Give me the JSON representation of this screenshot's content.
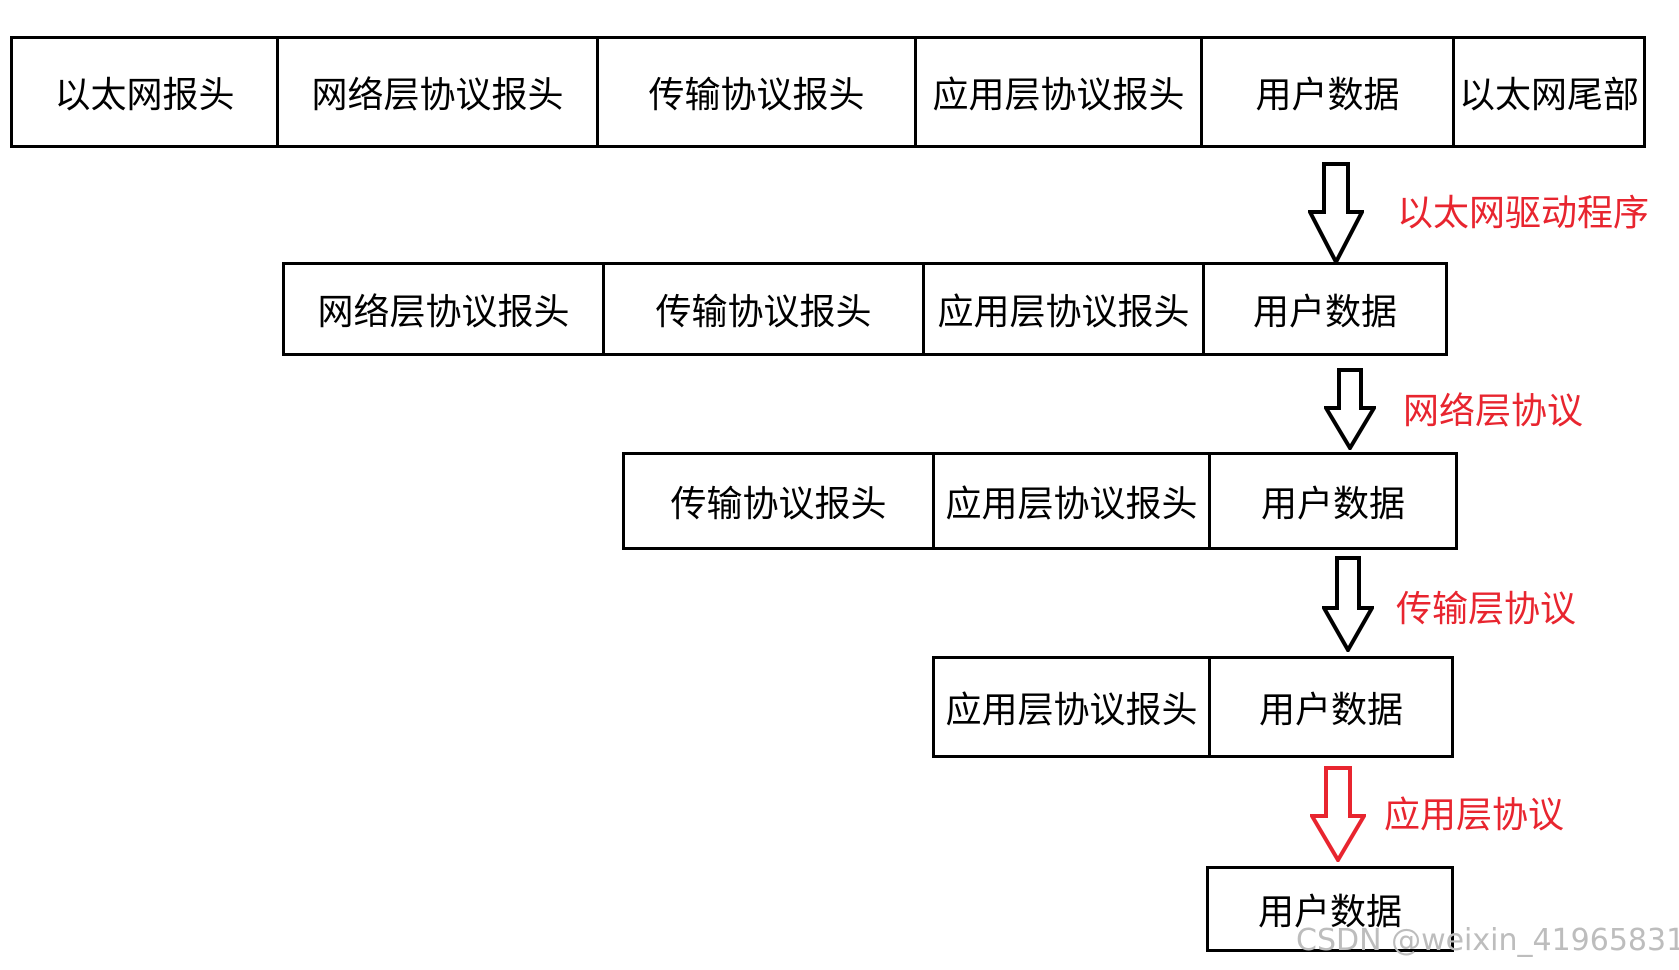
{
  "rows": [
    {
      "cells": [
        "以太网报头",
        "网络层协议报头",
        "传输协议报头",
        "应用层协议报头",
        "用户数据",
        "以太网尾部"
      ]
    },
    {
      "cells": [
        "网络层协议报头",
        "传输协议报头",
        "应用层协议报头",
        "用户数据"
      ]
    },
    {
      "cells": [
        "传输协议报头",
        "应用层协议报头",
        "用户数据"
      ]
    },
    {
      "cells": [
        "应用层协议报头",
        "用户数据"
      ]
    },
    {
      "cells": [
        "用户数据"
      ]
    }
  ],
  "steps": [
    {
      "label": "以太网驱动程序"
    },
    {
      "label": "网络层协议"
    },
    {
      "label": "传输层协议"
    },
    {
      "label": "应用层协议"
    }
  ],
  "colors": {
    "label": "#e8252f",
    "box": "#000000",
    "final_arrow": "#e8252f"
  },
  "watermark": "CSDN @weixin_41965831"
}
